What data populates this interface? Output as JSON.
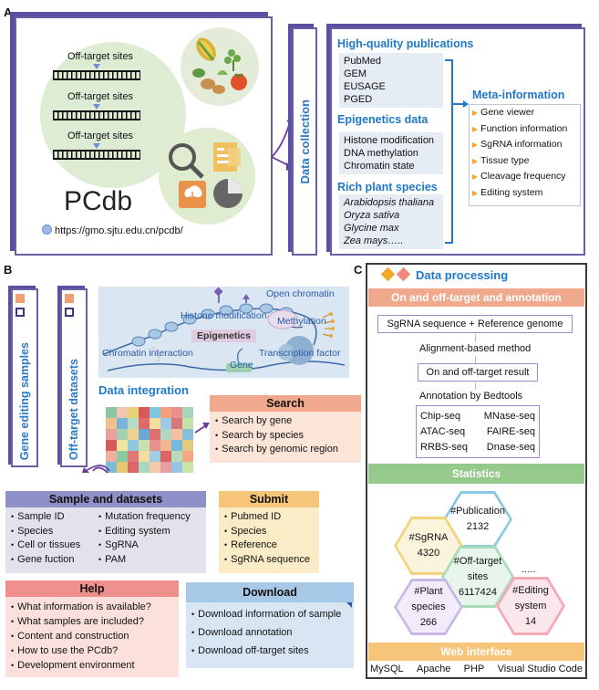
{
  "panels": {
    "a": "A",
    "b": "B",
    "c": "C"
  },
  "panel_a": {
    "off_target_label": "Off-target sites",
    "title": "PCdb",
    "url": "https://gmo.sjtu.edu.cn/pcdb/",
    "data_collection": "Data collection",
    "high_quality": {
      "heading": "High-quality publications",
      "items": [
        "PubMed",
        "GEM",
        "EUSAGE",
        "PGED"
      ]
    },
    "epigenetics": {
      "heading": "Epigenetics data",
      "items": [
        "Histone modification",
        "DNA methylation",
        "Chromatin state"
      ]
    },
    "species": {
      "heading": "Rich plant species",
      "items": [
        "Arabidopsis thaliana",
        "Oryza sativa",
        "Glycine max",
        "Zea mays….."
      ]
    },
    "meta": {
      "heading": "Meta-information",
      "items": [
        "Gene viewer",
        "Function information",
        "SgRNA information",
        "Tissue type",
        "Cleavage frequency",
        "Editing system"
      ]
    }
  },
  "panel_b": {
    "gene_editing": "Gene editing samples",
    "off_target_datasets": "Off-target datasets",
    "epi_labels": {
      "open_chromatin": "Open chromatin",
      "histone": "Histone modification",
      "methylation": "Methylation",
      "epigenetics": "Epigenetics",
      "chromatin_interaction": "Chromatin interaction",
      "transcription_factor": "Transcription factor",
      "gene": "Gene"
    },
    "data_integration": "Data integration",
    "search": {
      "title": "Search",
      "items": [
        "Search by gene",
        "Search by species",
        "Search by genomic region"
      ]
    },
    "sample": {
      "title": "Sample and datasets",
      "col1": [
        "Sample ID",
        "Species",
        "Cell or tissues",
        "Gene fuction"
      ],
      "col2": [
        "Mutation frequency",
        "Editing system",
        "SgRNA",
        "PAM"
      ]
    },
    "submit": {
      "title": "Submit",
      "items": [
        "Pubmed ID",
        "Species",
        "Reference",
        "SgRNA sequence"
      ]
    },
    "help": {
      "title": "Help",
      "items": [
        "What information is available?",
        "What samples are included?",
        "Content and construction",
        "How to use the PCdb?",
        "Development environment"
      ]
    },
    "download": {
      "title": "Download",
      "items": [
        "Download information of sample",
        "Download annotation",
        "Download off-target sites"
      ]
    }
  },
  "panel_c": {
    "title": "Data processing",
    "bar1": "On and off-target and annotation",
    "input": "SgRNA sequence + Reference genome",
    "method": "Alignment-based method",
    "result": "On and off-target result",
    "annotation": "Annotation by Bedtools",
    "tracks": [
      "Chip-seq",
      "MNase-seq",
      "ATAC-seq",
      "FAIRE-seq",
      "RRBS-seq",
      "Dnase-seq"
    ],
    "statistics": "Statistics",
    "hexes": {
      "publication": {
        "label": "#Publication",
        "value": "2132"
      },
      "sgrna": {
        "label": "#SgRNA",
        "value": "4320"
      },
      "offtarget": {
        "label1": "#Off-target",
        "label2": "sites",
        "value": "6117424"
      },
      "species": {
        "label1": "#Plant",
        "label2": "species",
        "value": "266"
      },
      "editing": {
        "label1": "#Editing",
        "label2": "system",
        "value": "14"
      }
    },
    "ellipsis": ".....",
    "web": "Web interface",
    "tech": [
      "MySQL",
      "Apache",
      "PHP",
      "Visual Studio Code"
    ]
  },
  "colors": {
    "accent": "#5a4fa0",
    "blue_text": "#1f78c8",
    "orange_bar": "#f0a98d",
    "green_bar": "#96c98c",
    "yellow_bar": "#f6c57a"
  },
  "chart_data": {
    "type": "heatmap",
    "rows": 6,
    "cols": 8,
    "cells": [
      "#8cc5a8",
      "#f2c7b0",
      "#e8d27a",
      "#d9595a",
      "#7ec7e0",
      "#f4a07a",
      "#e88e8e",
      "#a8d4b8",
      "#f2c08a",
      "#7ab3d8",
      "#b8dcc4",
      "#e06a6a",
      "#f5e0a0",
      "#9ec9e6",
      "#d47a7a",
      "#c4e0a8",
      "#e8a0a0",
      "#a4d0b0",
      "#f0d090",
      "#6aa8d4",
      "#e07070",
      "#b0d8c0",
      "#f5c0a0",
      "#88c0d8",
      "#d85a5a",
      "#f0e4a0",
      "#90c8e0",
      "#c8e0b0",
      "#e89090",
      "#f4b890",
      "#78b8dc",
      "#e0cc80",
      "#f0b0a0",
      "#8ccaa4",
      "#e07878",
      "#f6dca0",
      "#a0cce4",
      "#dc6464",
      "#b8dcb8",
      "#f2a880",
      "#7cbcd8",
      "#e8c870",
      "#d86868",
      "#a8d8c0",
      "#f4c8a8",
      "#e4a0a0",
      "#98c4e0",
      "#c8e4a8"
    ]
  }
}
